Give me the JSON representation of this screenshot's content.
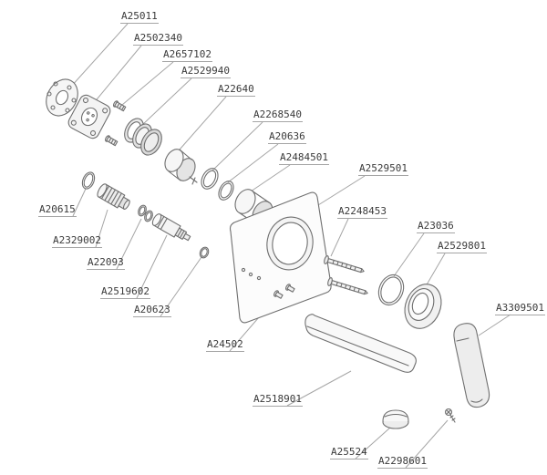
{
  "colors": {
    "background": "#ffffff",
    "part_line": "#6f6f6f",
    "leader_line": "#a5a5a5",
    "label_text": "#3a3a3a"
  },
  "parts": [
    {
      "label": "A25011"
    },
    {
      "label": "A2502340"
    },
    {
      "label": "A2657102"
    },
    {
      "label": "A2529940"
    },
    {
      "label": "A22640"
    },
    {
      "label": "A2268540"
    },
    {
      "label": "A20636"
    },
    {
      "label": "A2484501"
    },
    {
      "label": "A2529501"
    },
    {
      "label": "A2248453"
    },
    {
      "label": "A23036"
    },
    {
      "label": "A2529801"
    },
    {
      "label": "A20615"
    },
    {
      "label": "A2329002"
    },
    {
      "label": "A22093"
    },
    {
      "label": "A2519602"
    },
    {
      "label": "A20623"
    },
    {
      "label": "A24502"
    },
    {
      "label": "A2518901"
    },
    {
      "label": "A3309501"
    },
    {
      "label": "A25524"
    },
    {
      "label": "A2298601"
    }
  ]
}
